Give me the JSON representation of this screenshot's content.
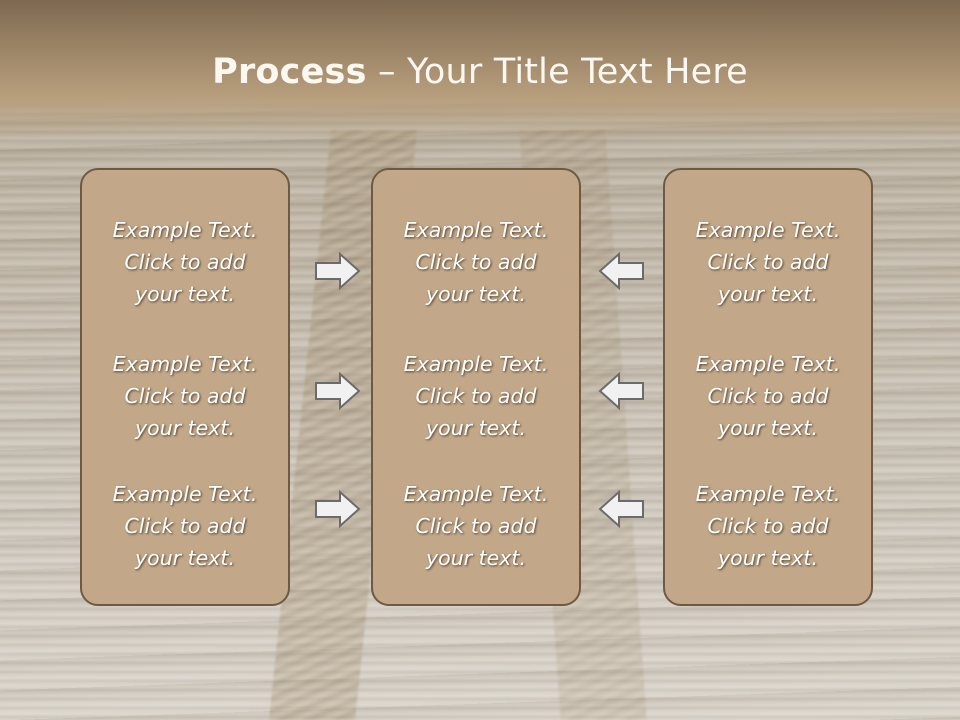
{
  "slide": {
    "title_bold": "Process",
    "title_rest": " – Your Title Text Here"
  },
  "columns": [
    {
      "items": [
        {
          "line1": "Example Text.",
          "line2": "Click  to add",
          "line3": "your text."
        },
        {
          "line1": "Example Text.",
          "line2": "Click  to add",
          "line3": "your text."
        },
        {
          "line1": "Example Text.",
          "line2": "Click  to add",
          "line3": "your text."
        }
      ]
    },
    {
      "items": [
        {
          "line1": "Example Text.",
          "line2": "Click  to add",
          "line3": "your text."
        },
        {
          "line1": "Example Text.",
          "line2": "Click  to add",
          "line3": "your text."
        },
        {
          "line1": "Example Text.",
          "line2": "Click  to add",
          "line3": "your text."
        }
      ]
    },
    {
      "items": [
        {
          "line1": "Example Text.",
          "line2": "Click  to add",
          "line3": "your text."
        },
        {
          "line1": "Example Text.",
          "line2": "Click  to add",
          "line3": "your text."
        },
        {
          "line1": "Example Text.",
          "line2": "Click  to add",
          "line3": "your text."
        }
      ]
    }
  ],
  "arrows": {
    "left_group": "right-arrow-icon",
    "right_group": "left-arrow-icon"
  },
  "colors": {
    "box_fill": "#c2a888",
    "box_border": "#6e5a42",
    "header": "#9c8466",
    "title_text": "#fbf8f2"
  }
}
